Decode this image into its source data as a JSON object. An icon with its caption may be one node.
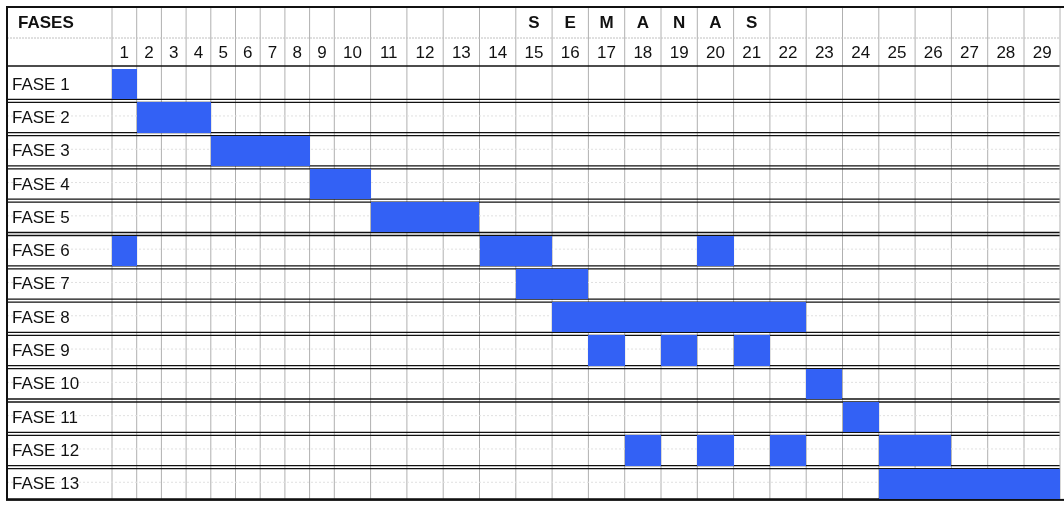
{
  "diagram": {
    "nodes": [
      {
        "text": [],
        "shape": "bar"
      },
      {
        "text": [],
        "shape": "bar"
      },
      {
        "text": [],
        "shape": "bar"
      },
      {
        "text": [],
        "shape": "bar"
      },
      {
        "text": [],
        "shape": "bar"
      },
      {
        "text": [],
        "shape": "bar"
      },
      {
        "text": [],
        "shape": "bar"
      },
      {
        "text": [],
        "shape": "bar"
      },
      {
        "text": [],
        "shape": "bar"
      },
      {
        "text": [],
        "shape": "bar"
      },
      {
        "text": [],
        "shape": "bar"
      },
      {
        "text": [],
        "shape": "bar"
      },
      {
        "text": [],
        "shape": "bar"
      },
      {
        "text": [],
        "shape": "bar"
      },
      {
        "text": [],
        "shape": "bar"
      },
      {
        "text": [],
        "shape": "bar"
      },
      {
        "text": [],
        "shape": "bar"
      },
      {
        "text": [],
        "shape": "bar"
      },
      {
        "text": [],
        "shape": "bar"
      },
      {
        "text": [],
        "shape": "bar"
      }
    ],
    "labels": [
      "FASES",
      "S",
      "E",
      "M",
      "A",
      "N",
      "A",
      "S",
      "1",
      "2",
      "3",
      "4",
      "5",
      "6",
      "7",
      "8",
      "9",
      "10",
      "11",
      "12",
      "13",
      "14",
      "15",
      "16",
      "17",
      "18",
      "19",
      "20",
      "21",
      "22",
      "23",
      "24",
      "25",
      "26",
      "27",
      "28",
      "29",
      "FASE 1",
      "FASE 2",
      "FASE 3",
      "FASE 4",
      "FASE 5",
      "FASE 6",
      "FASE 7",
      "FASE 8",
      "FASE 9",
      "FASE 10",
      "FASE 11",
      "FASE 12",
      "FASE 13"
    ]
  }
}
